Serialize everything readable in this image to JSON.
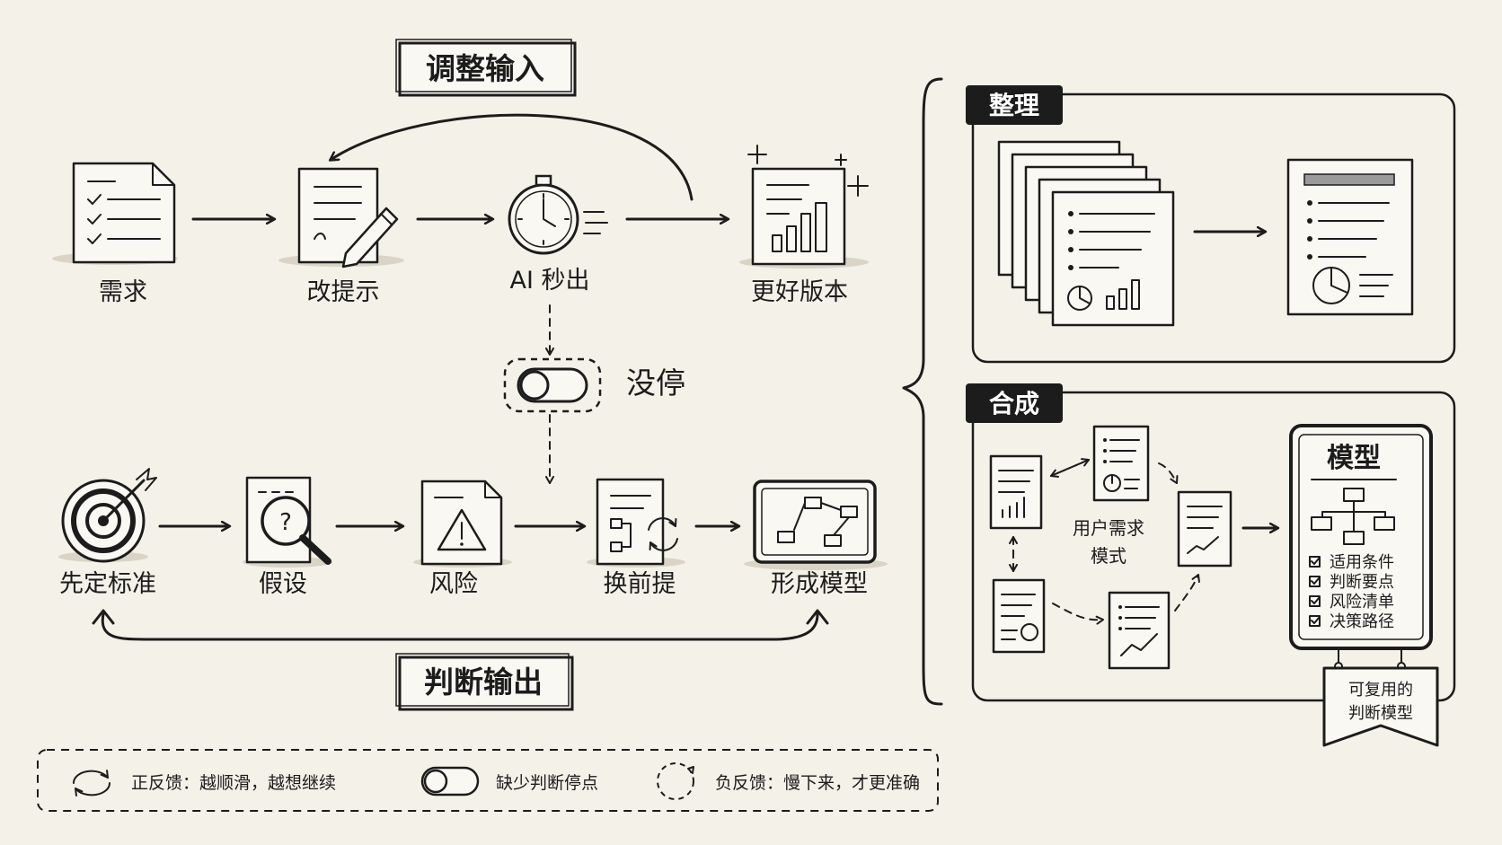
{
  "top_loop": {
    "title": "调整输入",
    "steps": [
      "需求",
      "改提示",
      "AI 秒出",
      "更好版本"
    ]
  },
  "pause": {
    "label": "没停"
  },
  "bottom_loop": {
    "title": "判断输出",
    "steps": [
      "先定标准",
      "假设",
      "风险",
      "换前提",
      "形成模型"
    ]
  },
  "right_panel": {
    "organize": {
      "tag": "整理"
    },
    "synthesize": {
      "tag": "合成",
      "center_label_line1": "用户需求",
      "center_label_line2": "模式",
      "model_title": "模型",
      "checklist": [
        "适用条件",
        "判断要点",
        "风险清单",
        "决策路径"
      ],
      "banner_line1": "可复用的",
      "banner_line2": "判断模型"
    }
  },
  "legend": {
    "items": [
      {
        "icon": "positive-loop-icon",
        "text": "正反馈：越顺滑，越想继续"
      },
      {
        "icon": "toggle-off-icon",
        "text": "缺少判断停点"
      },
      {
        "icon": "negative-loop-icon",
        "text": "负反馈：慢下来，才更准确"
      }
    ]
  },
  "colors": {
    "background": "#f4f1e8",
    "ink": "#1c1c1c",
    "paper": "#faf8f2"
  }
}
